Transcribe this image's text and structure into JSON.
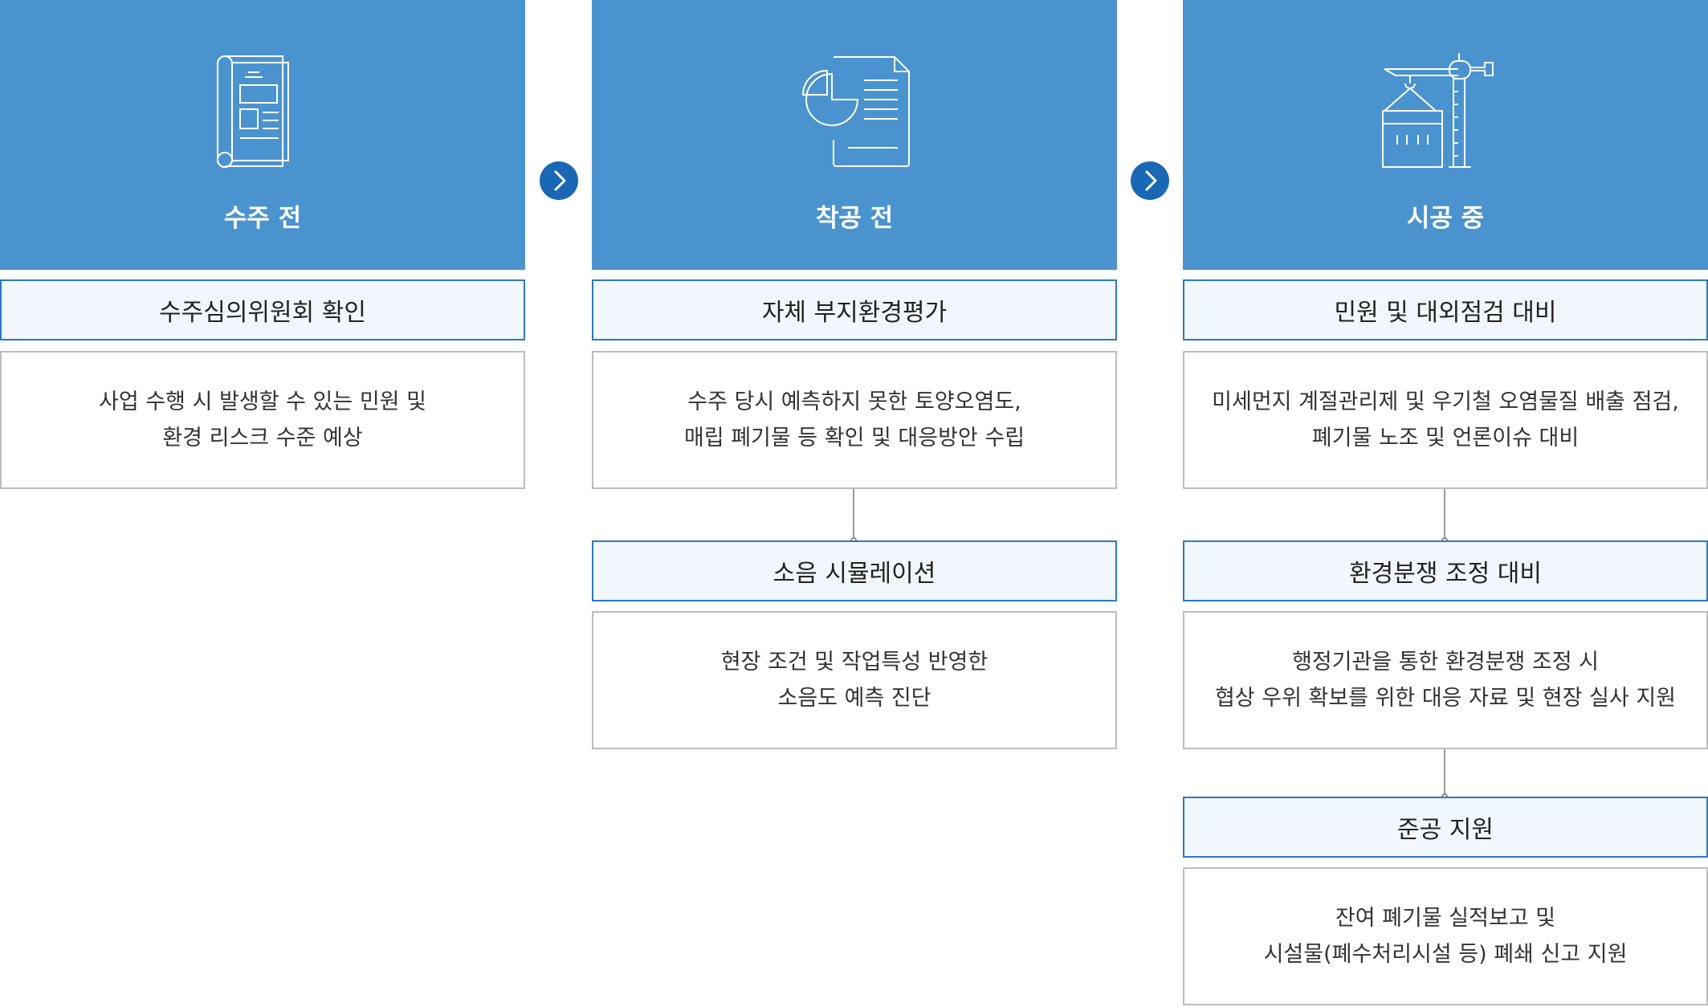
{
  "columns": [
    {
      "title": "수주 전",
      "icon": "document-scroll-icon",
      "items": [
        {
          "heading": "수주심의위원회 확인",
          "desc": [
            "사업 수행 시 발생할 수 있는 민원 및",
            "환경 리스크 수준 예상"
          ]
        }
      ]
    },
    {
      "title": "착공 전",
      "icon": "pie-chart-report-icon",
      "items": [
        {
          "heading": "자체 부지환경평가",
          "desc": [
            "수주 당시 예측하지 못한 토양오염도,",
            "매립 폐기물 등 확인 및 대응방안 수립"
          ]
        },
        {
          "heading": "소음 시뮬레이션",
          "desc": [
            "현장 조건 및 작업특성 반영한",
            "소음도 예측 진단"
          ]
        }
      ]
    },
    {
      "title": "시공 중",
      "icon": "crane-container-icon",
      "items": [
        {
          "heading": "민원 및 대외점검 대비",
          "desc": [
            "미세먼지 계절관리제 및 우기철 오염물질 배출 점검,",
            "폐기물 노조 및 언론이슈 대비"
          ]
        },
        {
          "heading": "환경분쟁 조정 대비",
          "desc": [
            "행정기관을 통한 환경분쟁 조정 시",
            "협상 우위 확보를 위한 대응 자료 및 현장 실사 지원"
          ]
        },
        {
          "heading": "준공 지원",
          "desc": [
            "잔여 폐기물 실적보고 및",
            "시설물(폐수처리시설 등) 폐쇄 신고 지원"
          ]
        }
      ]
    }
  ],
  "arrows": [
    "chevron-right-icon",
    "chevron-right-icon"
  ],
  "colors": {
    "header_bg": "#4a93cf",
    "subtitle_bg": "#f1f7fc",
    "subtitle_border": "#2c79c2",
    "arrow_bg": "#1a67b5",
    "desc_border": "#bdbdbd"
  }
}
